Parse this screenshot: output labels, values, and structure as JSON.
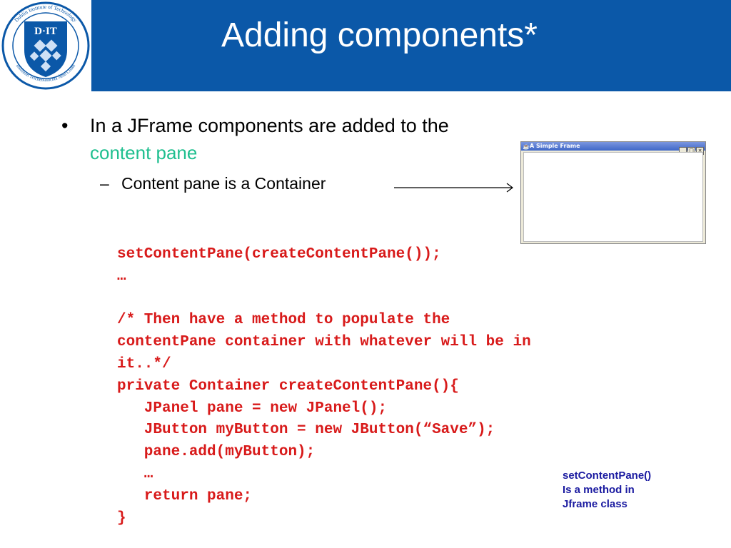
{
  "slide": {
    "title": "Adding components*",
    "bullet_main_line1": "In a JFrame components are added to the",
    "bullet_main_line2": "content pane",
    "bullet_sub": "Content pane is a Container",
    "bullet_dot": "•",
    "bullet_dash": "–"
  },
  "logo": {
    "monogram": "D·IT",
    "ring_top": "Dublin Institute of Technology",
    "ring_bottom": "Institiúid Teicneolaíochta Átha Cliath"
  },
  "frame": {
    "title": "A Simple Frame",
    "minimize": "_",
    "maximize": "□",
    "close": "×"
  },
  "code_lines": [
    "setContentPane(createContentPane());",
    "…",
    "",
    "/* Then have a method to populate the",
    "contentPane container with whatever will be in",
    "it..*/",
    "private Container createContentPane(){",
    "   JPanel pane = new JPanel();",
    "   JButton myButton = new JButton(“Save”);",
    "   pane.add(myButton);",
    "   …",
    "   return pane;",
    "}"
  ],
  "note": {
    "line1": "setContentPane()",
    "line2": "Is a method in",
    "line3": "Jframe class"
  },
  "colors": {
    "header_blue": "#0b58a8",
    "link_green": "#1fbf8f",
    "code_red": "#d81a1a",
    "note_blue": "#1a1aa0"
  }
}
